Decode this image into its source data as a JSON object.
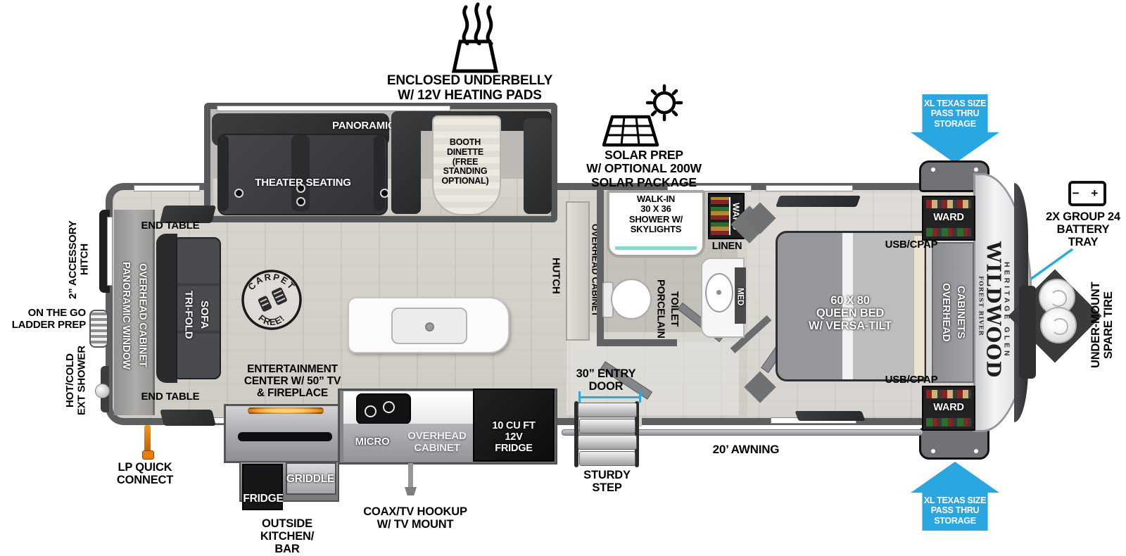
{
  "colors": {
    "accent_blue": "#2aa6e0",
    "callout_blue_line": "#29abe2",
    "fireplace_orange": "#f7941d",
    "lp_orange": "#e87c10",
    "wall_gray": "#616265",
    "furniture_charcoal": "#2e2f31",
    "floor_wood": "#d5d1cb",
    "shower_teal": "#8fd4cf"
  },
  "exterior": {
    "underbelly_label": "ENCLOSED UNDERBELLY\nW/ 12V HEATING PADS",
    "solar_label": "SOLAR PREP\nW/ OPTIONAL 200W\nSOLAR PACKAGE",
    "pass_thru_label": "XL TEXAS SIZE\nPASS THRU\nSTORAGE",
    "battery_icon_text": "−  +",
    "battery_label": "2X GROUP 24\nBATTERY\nTRAY",
    "spare_tire_label": "UNDER-MOUNT\nSPARE TIRE",
    "hitch_label": "2” ACCESSORY\nHITCH",
    "ladder_label": "ON THE GO\nLADDER PREP",
    "ext_shower_label": "HOT/COLD\nEXT SHOWER",
    "lp_label": "LP QUICK\nCONNECT",
    "coax_label": "COAX/TV HOOKUP\nW/ TV MOUNT",
    "entry_door_label": "30” ENTRY\nDOOR",
    "step_label": "STURDY\nSTEP",
    "awning_label": "20’ AWNING",
    "griddle_label": "GRIDDLE",
    "outside_fridge_label": "FRIDGE",
    "outside_kitchen_label": "OUTSIDE\nKITCHEN/\nBAR"
  },
  "interior": {
    "slide": {
      "windows_label": "PANORAMIC WINDOWS",
      "theater_label": "THEATER SEATING",
      "dinette_label": "BOOTH\nDINETTE\n(FREE\nSTANDING\nOPTIONAL)"
    },
    "living": {
      "end_table_label": "END TABLE",
      "sofa_label": "TRI-FOLD\nSOFA",
      "left_wall_label": "PANORAMIC WINDOW\nOVERHEAD CABINET",
      "carpet_badge_top": "CARPET",
      "carpet_badge_bottom": "FREE!",
      "entertainment_label": "ENTERTAINMENT\nCENTER W/ 50” TV\n& FIREPLACE"
    },
    "kitchen": {
      "micro_label": "MICRO",
      "overhead_cabinet_label": "OVERHEAD\nCABINET",
      "fridge_label": "10 CU FT\n12V\nFRIDGE",
      "hutch_label": "HUTCH",
      "hutch_overhead_label": "OVERHEAD CABINET"
    },
    "bath": {
      "shower_label": "WALK-IN\n30 X 36\nSHOWER W/\nSKYLIGHTS",
      "ward_label": "WARD",
      "linen_label": "LINEN",
      "med_label": "MED",
      "toilet_label": "PORCELAIN\nTOILET"
    },
    "bedroom": {
      "bed_label": "60 X 80\nQUEEN BED\nW/ VERSA-TILT",
      "overhead_cabinets_label": "OVERHEAD\nCABINETS",
      "usb_label": "USB/CPAP",
      "ward_label": "WARD"
    },
    "logo": {
      "brand": "FOREST RIVER",
      "model": "WILDWOOD",
      "trim": "HERITAGE GLEN"
    }
  }
}
